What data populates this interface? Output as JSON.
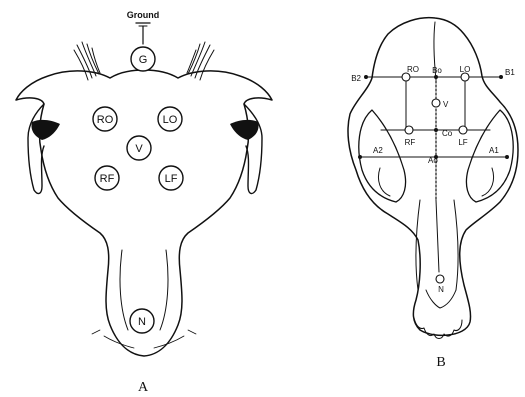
{
  "panel_a": {
    "label": "A",
    "ground_label": "Ground",
    "electrodes": [
      "G",
      "RO",
      "LO",
      "V",
      "RF",
      "LF",
      "N"
    ]
  },
  "panel_b": {
    "label": "B",
    "points": [
      "B2",
      "RO",
      "Bo",
      "LO",
      "B1",
      "V",
      "RF",
      "Co",
      "LF",
      "A2",
      "Ao",
      "A1",
      "N"
    ]
  }
}
